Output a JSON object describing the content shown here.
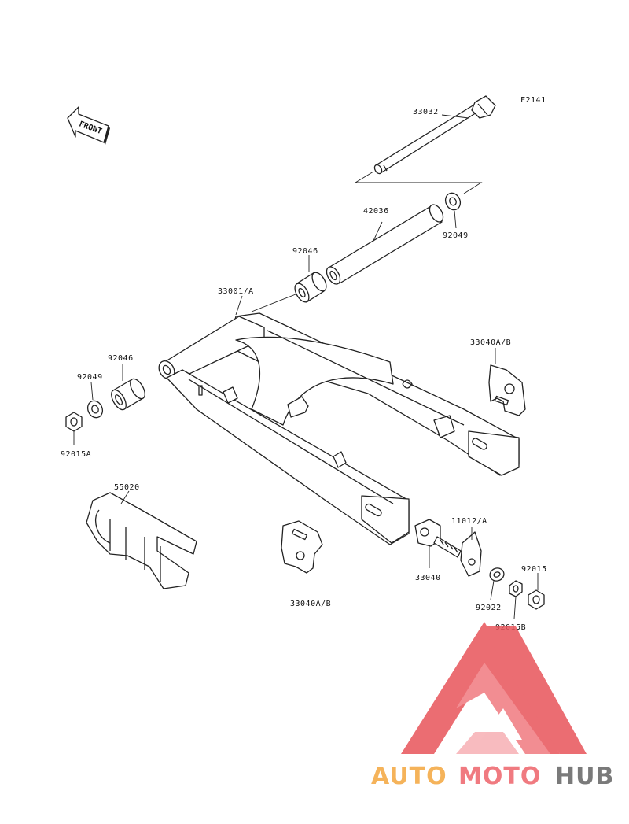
{
  "figure_code": "F2141",
  "front_label": "FRONT",
  "colors": {
    "line": "#222222",
    "logo_red": "#e8545a",
    "logo_orange": "#f5b35a",
    "logo_pink": "#f07a80",
    "logo_gray": "#7a7a7a"
  },
  "parts": {
    "p33032": "33032",
    "p42036": "42036",
    "p92049_top": "92049",
    "p92046_top": "92046",
    "p33001A": "33001/A",
    "p33040AB_right": "33040A/B",
    "p92046_left": "92046",
    "p92049_left": "92049",
    "p92015A": "92015A",
    "p55020": "55020",
    "p33040AB_bottom": "33040A/B",
    "p11012A": "11012/A",
    "p33040": "33040",
    "p92022": "92022",
    "p92015": "92015",
    "p92015B": "92015B"
  },
  "watermark": {
    "part1": "AUTO",
    "part2": "MOTO",
    "part3": "HUB"
  }
}
